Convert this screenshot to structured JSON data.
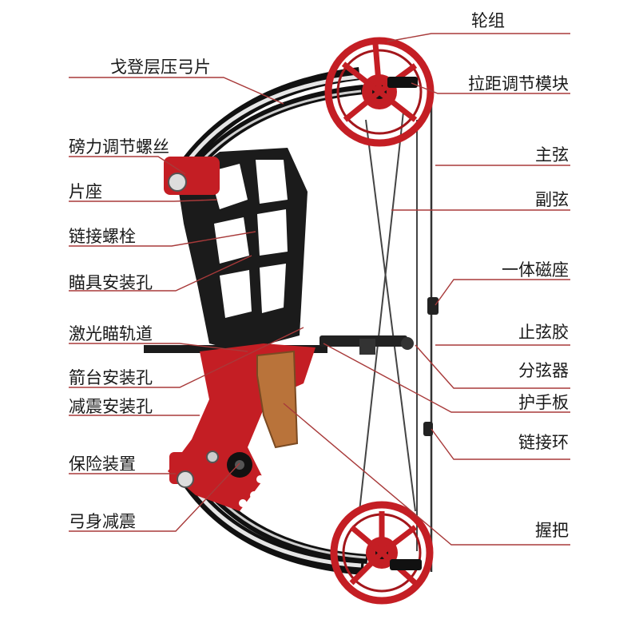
{
  "labels_left": [
    {
      "id": "ge-deng",
      "text": "戈登层压弓片"
    },
    {
      "id": "weight-screw",
      "text": "磅力调节螺丝"
    },
    {
      "id": "limb-pocket",
      "text": "片座"
    },
    {
      "id": "link-bolt",
      "text": "链接螺栓"
    },
    {
      "id": "sight-hole",
      "text": "瞄具安装孔"
    },
    {
      "id": "laser-rail",
      "text": "激光瞄轨道"
    },
    {
      "id": "rest-hole",
      "text": "箭台安装孔"
    },
    {
      "id": "stab-hole",
      "text": "减震安装孔"
    },
    {
      "id": "safety",
      "text": "保险装置"
    },
    {
      "id": "limb-damper",
      "text": "弓身减震"
    }
  ],
  "labels_right": [
    {
      "id": "cam",
      "text": "轮组"
    },
    {
      "id": "draw-module",
      "text": "拉距调节模块"
    },
    {
      "id": "main-string",
      "text": "主弦"
    },
    {
      "id": "cable",
      "text": "副弦"
    },
    {
      "id": "magnet-seat",
      "text": "一体磁座"
    },
    {
      "id": "string-stop",
      "text": "止弦胶"
    },
    {
      "id": "splitter",
      "text": "分弦器"
    },
    {
      "id": "guard-plate",
      "text": "护手板"
    },
    {
      "id": "d-loop",
      "text": "链接环"
    },
    {
      "id": "grip",
      "text": "握把"
    }
  ],
  "colors": {
    "riser_red": "#c41e24",
    "riser_black": "#1b1b1b",
    "grip_wood": "#b9733a",
    "leader_red": "#a83a3a",
    "limb_silver": "#d8d8d8"
  }
}
